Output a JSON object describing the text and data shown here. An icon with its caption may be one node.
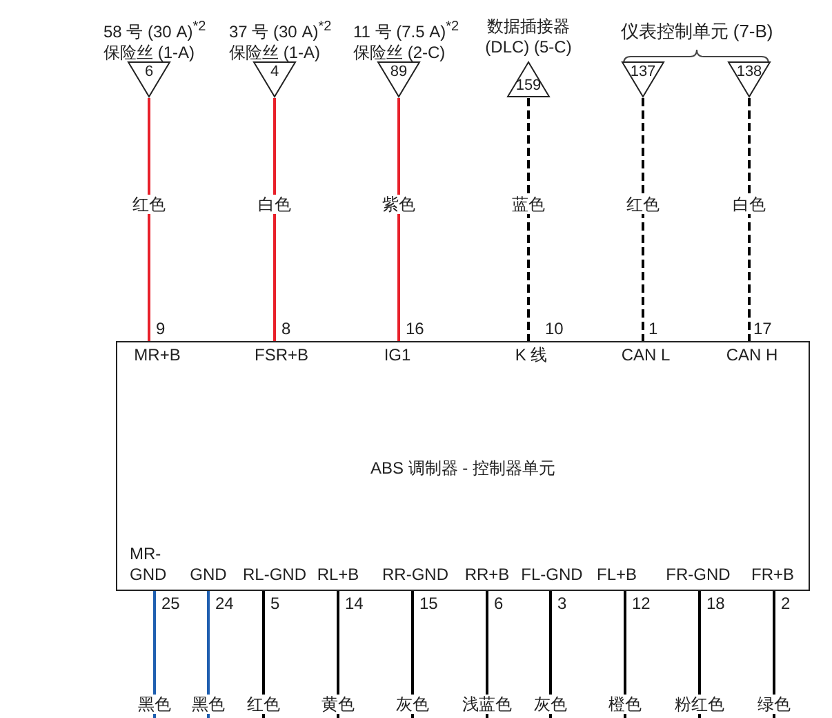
{
  "diagram": {
    "nodes": [
      {
        "text": [
          "6"
        ],
        "beside": [
          "58 号 (30 A)$^{*2}$ 保险丝 (1-A)"
        ]
      },
      {
        "text": [
          "4"
        ],
        "beside": [
          "37 号 (30 A)$^{*2}$ 保险丝 (1-A)"
        ]
      },
      {
        "text": [
          "89"
        ],
        "beside": [
          "11 号 (7.5 A)$^{*2}$ 保险丝 (2-C)"
        ]
      },
      {
        "text": [
          "159"
        ],
        "beside": [
          "数据插接器 (DLC) (5-C)"
        ]
      },
      {
        "text": [
          "137"
        ]
      },
      {
        "text": [
          "138"
        ]
      },
      {
        "text": [
          "ABS 调制器 - 控制器单元"
        ]
      },
      {
        "text": [
          "MR+B"
        ],
        "in": 6,
        "beside": [
          "9"
        ]
      },
      {
        "text": [
          "FSR+B"
        ],
        "in": 6,
        "beside": [
          "8"
        ]
      },
      {
        "text": [
          "IG1"
        ],
        "in": 6,
        "beside": [
          "16"
        ]
      },
      {
        "text": [
          "K 线"
        ],
        "in": 6,
        "beside": [
          "10"
        ]
      },
      {
        "text": [
          "CAN L"
        ],
        "in": 6,
        "beside": [
          "1"
        ]
      },
      {
        "text": [
          "CAN H"
        ],
        "in": 6,
        "beside": [
          "17"
        ]
      },
      {
        "text": [
          "MR-GND"
        ],
        "in": 6,
        "beside": [
          "25"
        ]
      },
      {
        "text": [
          "GND"
        ],
        "in": 6,
        "beside": [
          "24"
        ]
      },
      {
        "text": [
          "RL-GND"
        ],
        "in": 6,
        "beside": [
          "5"
        ]
      },
      {
        "text": [
          "RL+B"
        ],
        "in": 6,
        "beside": [
          "14"
        ]
      },
      {
        "text": [
          "RR-GND"
        ],
        "in": 6,
        "beside": [
          "15"
        ]
      },
      {
        "text": [
          "RR+B"
        ],
        "in": 6,
        "beside": [
          "6"
        ]
      },
      {
        "text": [
          "FL-GND"
        ],
        "in": 6,
        "beside": [
          "3"
        ]
      },
      {
        "text": [
          "FL+B"
        ],
        "in": 6,
        "beside": [
          "12"
        ]
      },
      {
        "text": [
          "FR-GND"
        ],
        "in": 6,
        "beside": [
          "18"
        ]
      },
      {
        "text": [
          "FR+B"
        ],
        "in": 6,
        "beside": [
          "2"
        ]
      }
    ],
    "edges": [
      {
        "from": 0,
        "to": 7,
        "arrow": "none",
        "label": "红色",
        "color": "#e8202a"
      },
      {
        "from": 1,
        "to": 8,
        "arrow": "none",
        "label": "白色",
        "color": "#e8202a"
      },
      {
        "from": 2,
        "to": 9,
        "arrow": "none",
        "label": "紫色",
        "color": "#e8202a"
      },
      {
        "from": 3,
        "to": 10,
        "arrow": "none",
        "label": "蓝色",
        "style": "dashed"
      },
      {
        "from": 4,
        "to": 11,
        "arrow": "none",
        "label": "红色",
        "style": "dashed"
      },
      {
        "from": 5,
        "to": 12,
        "arrow": "none",
        "label": "白色",
        "style": "dashed"
      },
      {
        "from": 13,
        "to": null,
        "arrow": "none",
        "label": "黑色",
        "color": "#1f5fb0"
      },
      {
        "from": 14,
        "to": null,
        "arrow": "none",
        "label": "黑色",
        "color": "#1f5fb0"
      },
      {
        "from": 15,
        "to": null,
        "arrow": "none",
        "label": "红色"
      },
      {
        "from": 16,
        "to": null,
        "arrow": "none",
        "label": "黄色"
      },
      {
        "from": 17,
        "to": null,
        "arrow": "none",
        "label": "灰色"
      },
      {
        "from": 18,
        "to": null,
        "arrow": "none",
        "label": "浅蓝色"
      },
      {
        "from": 19,
        "to": null,
        "arrow": "none",
        "label": "灰色"
      },
      {
        "from": 20,
        "to": null,
        "arrow": "none",
        "label": "橙色"
      },
      {
        "from": 21,
        "to": null,
        "arrow": "none",
        "label": "粉红色"
      },
      {
        "from": 22,
        "to": null,
        "arrow": "none",
        "label": "绿色"
      }
    ],
    "labels": [
      "仪表控制单元 (7-B)"
    ]
  }
}
